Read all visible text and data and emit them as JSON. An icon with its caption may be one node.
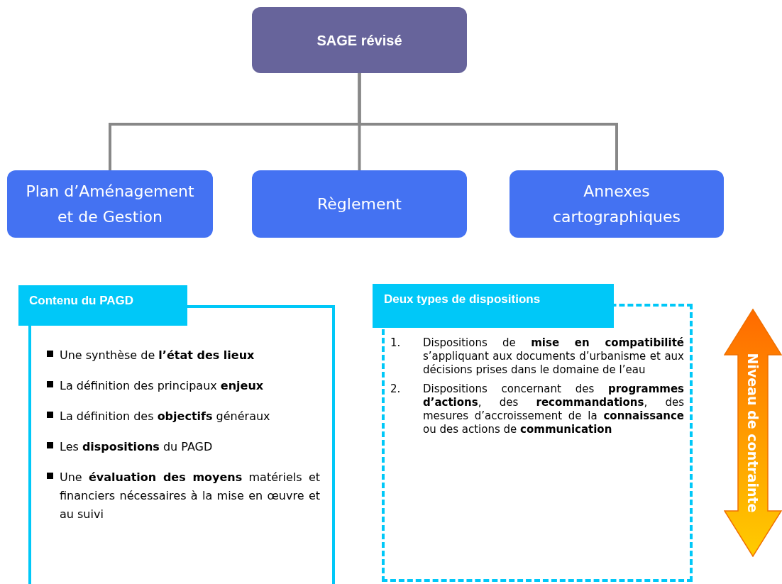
{
  "diagram": {
    "nodes": [
      {
        "text": [
          "SAGE révisé"
        ]
      },
      {
        "text": [
          "Plan d’Aménagement et de Gestion"
        ]
      },
      {
        "text": [
          "Règlement"
        ]
      },
      {
        "text": [
          "Annexes cartographiques"
        ]
      },
      {
        "text": [
          "Contenu du PAGD",
          "Une synthèse de **l’état des lieux**",
          "La définition des principaux **enjeux**",
          "La définition des **objectifs** généraux",
          "Les **dispositions** du PAGD",
          "Une **évaluation des moyens** matériels et financiers nécessaires à la mise en œuvre et au suivi"
        ]
      },
      {
        "text": [
          "Deux types de dispositions",
          "1.",
          "Dispositions de **mise en compatibilité** s’appliquant aux documents d’urbanisme et aux décisions prises dans le domaine de l’eau",
          "2.",
          "Dispositions concernant des **programmes d’actions**, des **recommandations**, des mesures d’accroissement de la **connaissance** ou des actions de **communication**"
        ]
      },
      {
        "text": [
          "Niveau de contrainte"
        ]
      }
    ],
    "edges": [
      {
        "from": 0,
        "to": 1,
        "arrow": "none"
      },
      {
        "from": 0,
        "to": 2,
        "arrow": "none"
      },
      {
        "from": 0,
        "to": 3,
        "arrow": "none"
      }
    ]
  }
}
